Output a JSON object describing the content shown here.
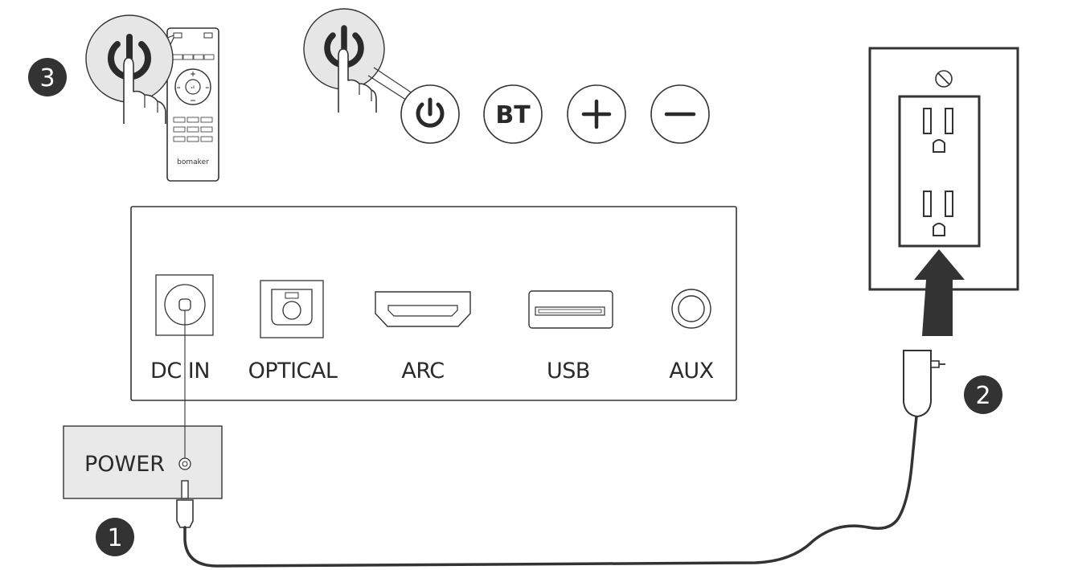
{
  "steps": {
    "one": "1",
    "two": "2",
    "three": "3"
  },
  "ports": {
    "dc_in": "DC IN",
    "optical": "OPTICAL",
    "arc": "ARC",
    "usb": "USB",
    "aux": "AUX"
  },
  "adapter": {
    "label": "POWER"
  },
  "panel_buttons": {
    "bluetooth": "BT"
  },
  "remote": {
    "brand": "bomaker"
  },
  "icons": [
    "power-icon",
    "bluetooth-button",
    "plus-icon",
    "minus-icon",
    "pointing-hand-icon",
    "wall-outlet",
    "power-adapter",
    "remote-control",
    "arrow-up-icon"
  ],
  "colors": {
    "ink": "#2a2a2a",
    "badge": "#333333",
    "callout_fill": "#e6e6e6",
    "adapter_fill": "#e9e9e9"
  }
}
